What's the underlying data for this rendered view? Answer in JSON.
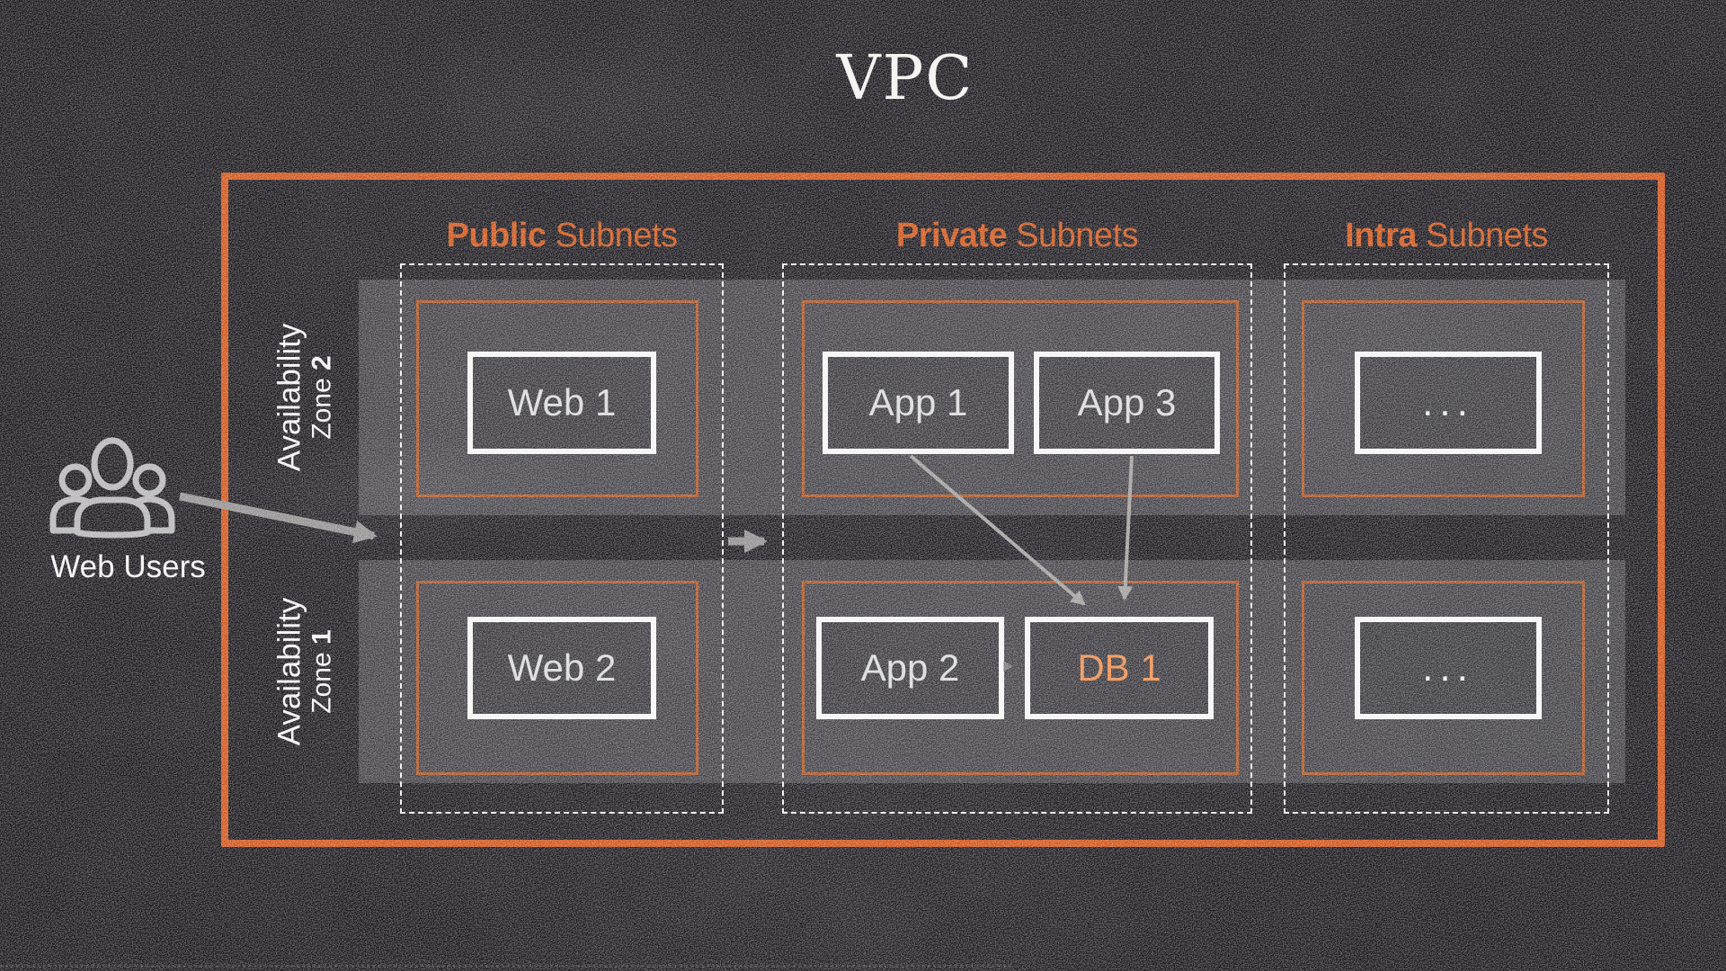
{
  "title": "VPC",
  "web_users": {
    "label": "Web Users"
  },
  "subnet_columns": [
    {
      "name_bold": "Public",
      "name_rest": " Subnets"
    },
    {
      "name_bold": "Private",
      "name_rest": " Subnets"
    },
    {
      "name_bold": "Intra",
      "name_rest": " Subnets"
    }
  ],
  "availability_zones": [
    {
      "line1": "Availability",
      "zone_word": "Zone",
      "zone_number": "2"
    },
    {
      "line1": "Availability",
      "zone_word": "Zone",
      "zone_number": "1"
    }
  ],
  "nodes": {
    "web1": "Web 1",
    "app1": "App 1",
    "app3": "App 3",
    "intra_az2": "...",
    "web2": "Web 2",
    "app2": "App 2",
    "db1": "DB 1",
    "intra_az1": "..."
  },
  "colors": {
    "vpc_border": "#d05013",
    "subnet_header": "#cf5315",
    "inner_rect_border": "#be551b",
    "zone_band": "rgba(226,224,232,0.20)",
    "node_border": "#f4f4f4",
    "node_text": "#d9d9db",
    "db1_text": "#ee8b48",
    "arrow": "#8f8d8d",
    "background": "#17141a"
  }
}
